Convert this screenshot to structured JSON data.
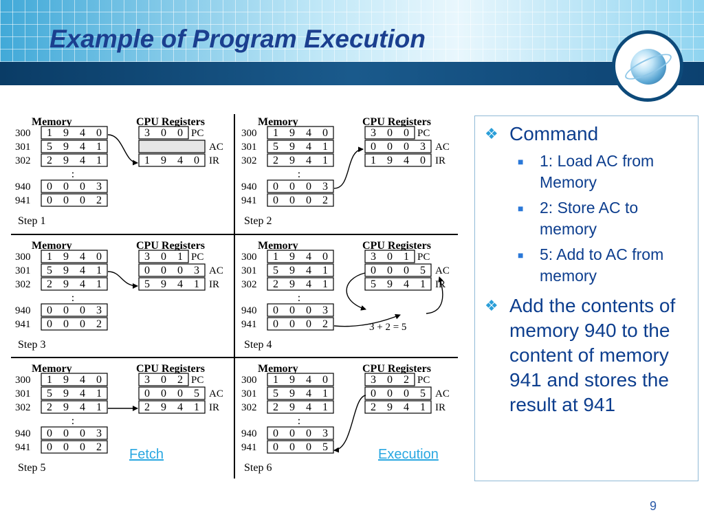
{
  "slide": {
    "title": "Example of Program Execution",
    "page_number": "9"
  },
  "diagram": {
    "headers": {
      "memory": "Memory",
      "cpu_registers": "CPU Registers"
    },
    "register_labels": [
      "PC",
      "AC",
      "IR"
    ],
    "continuation_mark": ":",
    "steps": [
      {
        "label": "Step 1",
        "memory": [
          {
            "address": "300",
            "digits": [
              "1",
              "9",
              "4",
              "0"
            ]
          },
          {
            "address": "301",
            "digits": [
              "5",
              "9",
              "4",
              "1"
            ]
          },
          {
            "address": "302",
            "digits": [
              "2",
              "9",
              "4",
              "1"
            ]
          },
          {
            "address": "940",
            "digits": [
              "0",
              "0",
              "0",
              "3"
            ]
          },
          {
            "address": "941",
            "digits": [
              "0",
              "0",
              "0",
              "2"
            ]
          }
        ],
        "registers": {
          "PC": [
            "3",
            "0",
            "0"
          ],
          "AC": [],
          "IR": [
            "1",
            "9",
            "4",
            "0"
          ]
        },
        "ac_blank": true
      },
      {
        "label": "Step 2",
        "memory": [
          {
            "address": "300",
            "digits": [
              "1",
              "9",
              "4",
              "0"
            ]
          },
          {
            "address": "301",
            "digits": [
              "5",
              "9",
              "4",
              "1"
            ]
          },
          {
            "address": "302",
            "digits": [
              "2",
              "9",
              "4",
              "1"
            ]
          },
          {
            "address": "940",
            "digits": [
              "0",
              "0",
              "0",
              "3"
            ]
          },
          {
            "address": "941",
            "digits": [
              "0",
              "0",
              "0",
              "2"
            ]
          }
        ],
        "registers": {
          "PC": [
            "3",
            "0",
            "0"
          ],
          "AC": [
            "0",
            "0",
            "0",
            "3"
          ],
          "IR": [
            "1",
            "9",
            "4",
            "0"
          ]
        }
      },
      {
        "label": "Step 3",
        "memory": [
          {
            "address": "300",
            "digits": [
              "1",
              "9",
              "4",
              "0"
            ]
          },
          {
            "address": "301",
            "digits": [
              "5",
              "9",
              "4",
              "1"
            ]
          },
          {
            "address": "302",
            "digits": [
              "2",
              "9",
              "4",
              "1"
            ]
          },
          {
            "address": "940",
            "digits": [
              "0",
              "0",
              "0",
              "3"
            ]
          },
          {
            "address": "941",
            "digits": [
              "0",
              "0",
              "0",
              "2"
            ]
          }
        ],
        "registers": {
          "PC": [
            "3",
            "0",
            "1"
          ],
          "AC": [
            "0",
            "0",
            "0",
            "3"
          ],
          "IR": [
            "5",
            "9",
            "4",
            "1"
          ]
        }
      },
      {
        "label": "Step 4",
        "memory": [
          {
            "address": "300",
            "digits": [
              "1",
              "9",
              "4",
              "0"
            ]
          },
          {
            "address": "301",
            "digits": [
              "5",
              "9",
              "4",
              "1"
            ]
          },
          {
            "address": "302",
            "digits": [
              "2",
              "9",
              "4",
              "1"
            ]
          },
          {
            "address": "940",
            "digits": [
              "0",
              "0",
              "0",
              "3"
            ]
          },
          {
            "address": "941",
            "digits": [
              "0",
              "0",
              "0",
              "2"
            ]
          }
        ],
        "registers": {
          "PC": [
            "3",
            "0",
            "1"
          ],
          "AC": [
            "0",
            "0",
            "0",
            "5"
          ],
          "IR": [
            "5",
            "9",
            "4",
            "1"
          ]
        },
        "annotation": "3 + 2 = 5"
      },
      {
        "label": "Step 5",
        "memory": [
          {
            "address": "300",
            "digits": [
              "1",
              "9",
              "4",
              "0"
            ]
          },
          {
            "address": "301",
            "digits": [
              "5",
              "9",
              "4",
              "1"
            ]
          },
          {
            "address": "302",
            "digits": [
              "2",
              "9",
              "4",
              "1"
            ]
          },
          {
            "address": "940",
            "digits": [
              "0",
              "0",
              "0",
              "3"
            ]
          },
          {
            "address": "941",
            "digits": [
              "0",
              "0",
              "0",
              "2"
            ]
          }
        ],
        "registers": {
          "PC": [
            "3",
            "0",
            "2"
          ],
          "AC": [
            "0",
            "0",
            "0",
            "5"
          ],
          "IR": [
            "2",
            "9",
            "4",
            "1"
          ]
        },
        "link_label": "Fetch"
      },
      {
        "label": "Step 6",
        "memory": [
          {
            "address": "300",
            "digits": [
              "1",
              "9",
              "4",
              "0"
            ]
          },
          {
            "address": "301",
            "digits": [
              "5",
              "9",
              "4",
              "1"
            ]
          },
          {
            "address": "302",
            "digits": [
              "2",
              "9",
              "4",
              "1"
            ]
          },
          {
            "address": "940",
            "digits": [
              "0",
              "0",
              "0",
              "3"
            ]
          },
          {
            "address": "941",
            "digits": [
              "0",
              "0",
              "0",
              "5"
            ]
          }
        ],
        "registers": {
          "PC": [
            "3",
            "0",
            "2"
          ],
          "AC": [
            "0",
            "0",
            "0",
            "5"
          ],
          "IR": [
            "2",
            "9",
            "4",
            "1"
          ]
        },
        "link_label": "Execution"
      }
    ]
  },
  "content": {
    "bullets": [
      {
        "text": "Command",
        "sub": [
          "1: Load AC from Memory",
          "2: Store AC to memory",
          "5: Add to AC from memory"
        ]
      },
      {
        "text": "Add the contents of memory 940 to the content of memory 941 and stores the result at 941",
        "sub": []
      }
    ]
  },
  "colors": {
    "title": "#1b3f8f",
    "body_text": "#0d3e8e",
    "bullet_marker": "#2a9ed8",
    "link": "#29a7e1",
    "header_band": "#0a3c66"
  },
  "icons": {
    "level1_bullet": "four-diamond-icon",
    "level2_bullet": "square-bullet-icon",
    "header_logo": "globe-icon"
  }
}
